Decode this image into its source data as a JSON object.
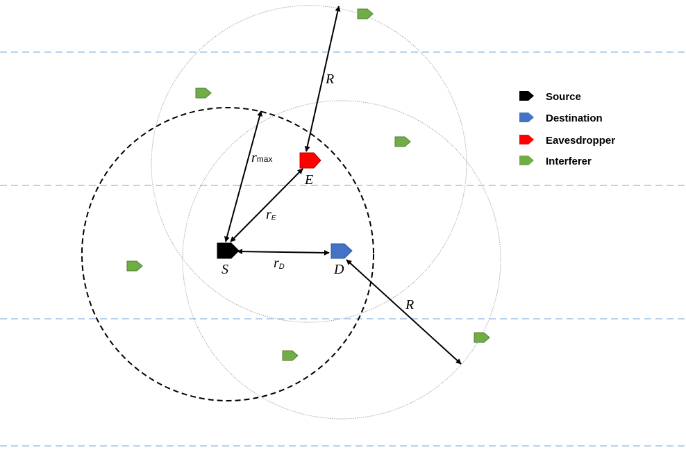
{
  "labels": {
    "source": "S",
    "eavesdropper": "E",
    "destination": "D",
    "R_top": "R",
    "R_bottom": "R",
    "r_max_main": "r",
    "r_max_sub": "max",
    "r_E_main": "r",
    "r_E_sub": "E",
    "r_D_main": "r",
    "r_D_sub": "D"
  },
  "legend": [
    {
      "label": "Source",
      "color": "#000000",
      "icon": "pentagon-marker-icon"
    },
    {
      "label": "Destination",
      "color": "#4472c4",
      "icon": "pentagon-marker-icon"
    },
    {
      "label": "Eavesdropper",
      "color": "#ff0000",
      "icon": "pentagon-marker-icon"
    },
    {
      "label": "Interferer",
      "color": "#70ad47",
      "icon": "pentagon-marker-icon"
    }
  ],
  "colors": {
    "source": "#000000",
    "destination": "#4472c4",
    "eavesdropper": "#ff0000",
    "interferer": "#70ad47",
    "interferer_stroke": "#507e32",
    "dashed_lines": "#9dc3e6",
    "circle_dotted": "#a6a6a6",
    "circle_dashed": "#000000"
  }
}
